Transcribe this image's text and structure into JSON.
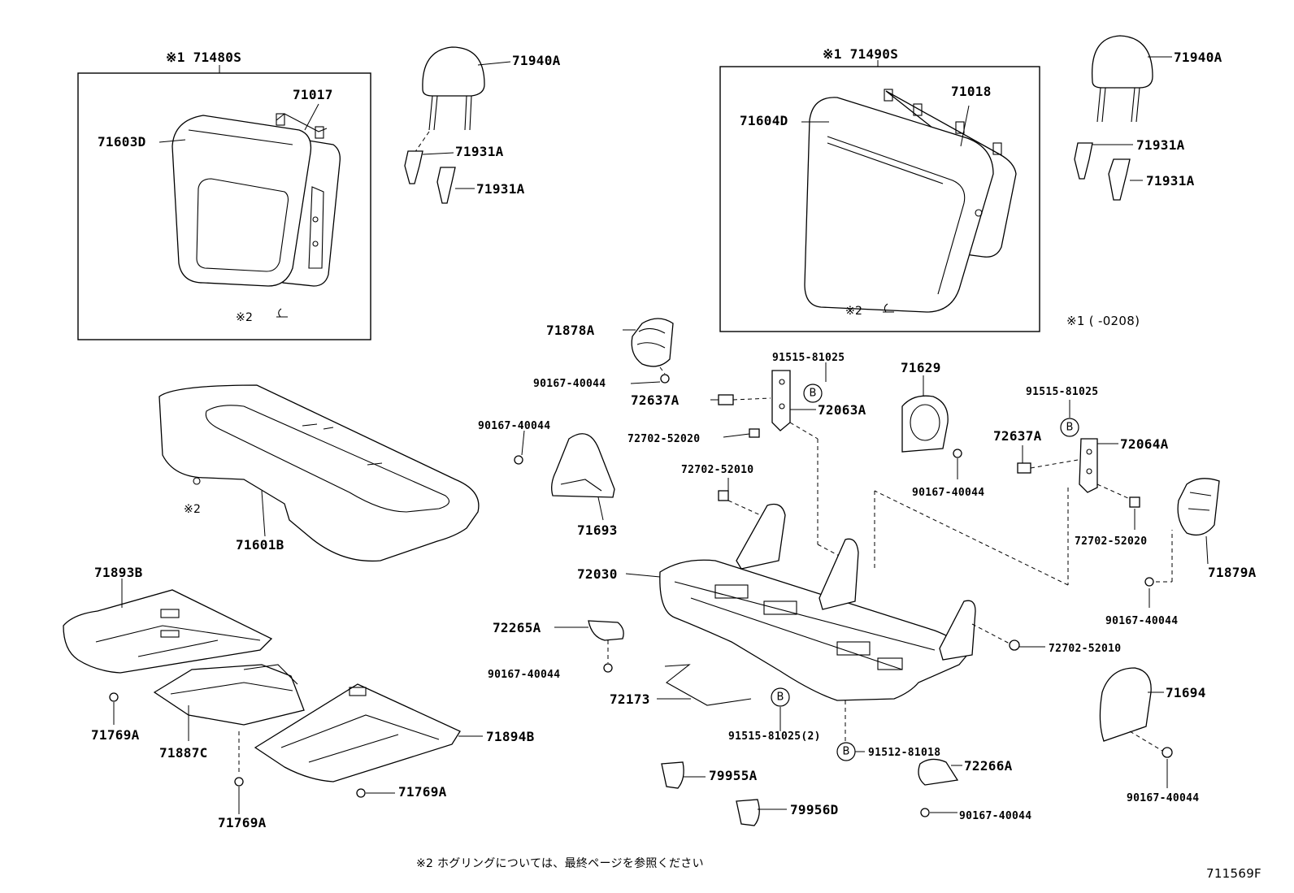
{
  "labels": {
    "seatback_lh_assy": "※1 71480S",
    "backframe_lh": "71017",
    "cover_lh": "71603D",
    "ring_note_lh": "※2",
    "headrest_l": "71940A",
    "support_l1": "71931A",
    "support_l2": "71931A",
    "seatback_rh_assy": "※1 71490S",
    "backframe_rh": "71018",
    "cover_rh": "71604D",
    "ring_note_rh": "※2",
    "headrest_r": "71940A",
    "support_r1": "71931A",
    "support_r2": "71931A",
    "note1": "※1 (       -0208)",
    "cushion_note": "※2",
    "cushion_cover": "71601B",
    "shield_71878": "71878A",
    "screw_a": "90167-40044",
    "bolt_91515_a": "91515-81025",
    "cover_72637_a": "72637A",
    "hinge_72063": "72063A",
    "bolt_72702_a": "72702-52020",
    "screw_b": "90167-40044",
    "cover_71693": "71693",
    "bolt_72702_b": "72702-52010",
    "part_71629": "71629",
    "screw_c": "90167-40044",
    "bolt_91515_b": "91515-81025",
    "cover_72637_b": "72637A",
    "hinge_72064": "72064A",
    "bolt_72702_c": "72702-52020",
    "shield_71879": "71879A",
    "screw_d": "90167-40044",
    "frame_72030": "72030",
    "cover_72265": "72265A",
    "screw_e": "90167-40044",
    "bolt_72702_d": "72702-52010",
    "rod_72173": "72173",
    "bolt_91515_c": "91515-81025(2)",
    "bolt_91512": "91512-81018",
    "cover_71694": "71694",
    "screw_f": "90167-40044",
    "cover_72266": "72266A",
    "screw_g": "90167-40044",
    "hook_79955": "79955A",
    "hook_79956": "79956D",
    "protector_71893": "71893B",
    "clip_a": "71769A",
    "pad_71887": "71887C",
    "clip_b": "71769A",
    "protector_71894": "71894B",
    "clip_c": "71769A",
    "footnote": "※2  ホグリングについては、最終ページを参照ください",
    "figure_code": "711569F"
  },
  "markers": {
    "b": "B"
  }
}
